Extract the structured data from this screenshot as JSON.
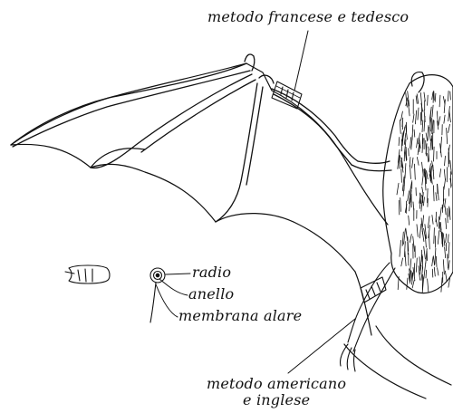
{
  "labels": {
    "top_method": "metodo francese e tedesco",
    "radio": "radio",
    "anello": "anello",
    "membrana": "membrana alare",
    "bottom_method_line1": "metodo americano",
    "bottom_method_line2": "e inglese"
  },
  "colors": {
    "ink": "#111111",
    "paper": "#ffffff"
  }
}
